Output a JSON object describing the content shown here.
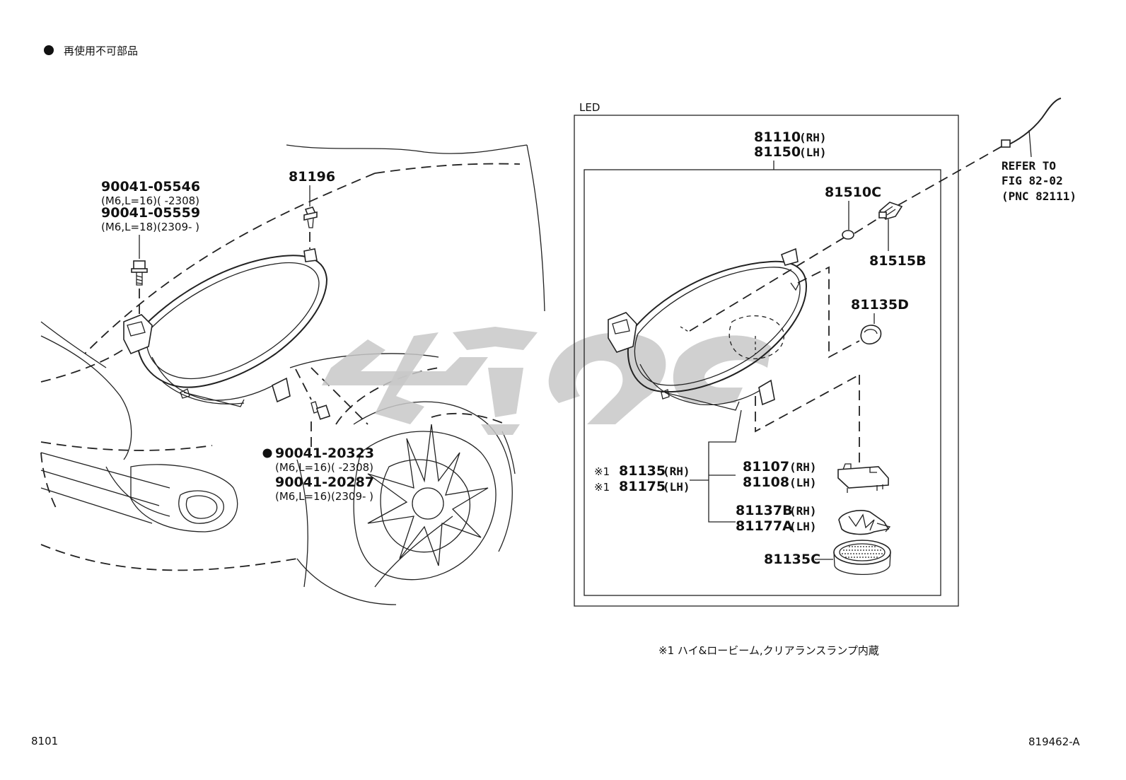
{
  "legend": {
    "bullet": "●",
    "text": "再使用不可部品"
  },
  "box_label": "LED",
  "footnote": "※1 ハイ&ロービーム,クリアランスランプ内蔵",
  "page_code": "8101",
  "diagram_code": "819462-A",
  "refer": {
    "line1": "REFER TO",
    "line2": "FIG 82-02",
    "line3": "(PNC 82111)"
  },
  "bolt_upper": {
    "pn1": "90041-05546",
    "spec1": "(M6,L=16)(      -2308)",
    "pn2": "90041-05559",
    "spec2": "(M6,L=18)(2309-      )"
  },
  "bolt_lower": {
    "pn1": "90041-20323",
    "spec1": "(M6,L=16)(      -2308)",
    "pn2": "90041-20287",
    "spec2": "(M6,L=16)(2309-      )"
  },
  "parts": {
    "p81196": "81196",
    "p81110": "81110",
    "p81150": "81150",
    "rh": "(RH)",
    "lh": "(LH)",
    "p81510C": "81510C",
    "p81515B": "81515B",
    "p81135D": "81135D",
    "p81135": "81135",
    "p81175": "81175",
    "note_mark": "※1",
    "p81107": "81107",
    "p81108": "81108",
    "p81137B": "81137B",
    "p81177A": "81177A",
    "p81135C": "81135C"
  },
  "icons": [
    "bolt-icon",
    "clip-icon",
    "headlamp-icon",
    "bulb-icon",
    "socket-icon",
    "cap-icon",
    "module-icon",
    "fan-icon",
    "connector-icon"
  ]
}
